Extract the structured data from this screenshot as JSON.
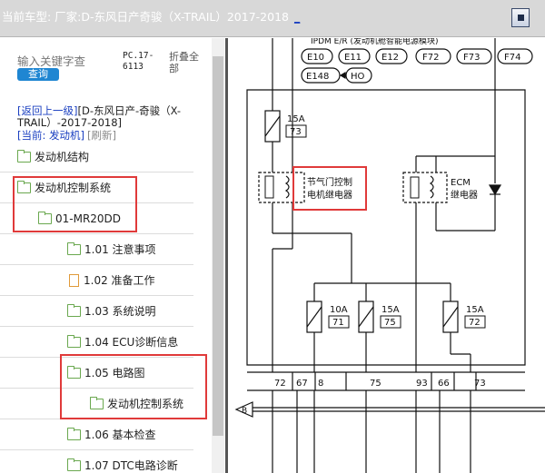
{
  "header": {
    "title": "当前车型:  厂家:D-东风日产奇骏（X-TRAIL）2017-2018",
    "link_text": "_"
  },
  "sidebar": {
    "search_placeholder": "输入关键字查",
    "search_button": "查询",
    "pc_code": "PC.17-6113",
    "collapse_all": "折叠全部",
    "back_link": "[返回上一级]",
    "parent_name": "[D-东风日产-奇骏（X-TRAIL）-2017-2018]",
    "current_label": "[当前: 发动机]",
    "refresh": "[刷新]",
    "tree": [
      {
        "label": "发动机结构",
        "icon": "folder-icon"
      },
      {
        "label": "发动机控制系统",
        "icon": "folder-icon"
      },
      {
        "label": "01-MR20DD",
        "icon": "folder-icon"
      },
      {
        "label": "1.01 注意事项",
        "icon": "folder-icon"
      },
      {
        "label": "1.02 准备工作",
        "icon": "doc-icon"
      },
      {
        "label": "1.03 系统说明",
        "icon": "folder-icon"
      },
      {
        "label": "1.04 ECU诊断信息",
        "icon": "folder-icon"
      },
      {
        "label": "1.05 电路图",
        "icon": "folder-icon"
      },
      {
        "label": "发动机控制系统",
        "icon": "folder-icon"
      },
      {
        "label": "1.06 基本检查",
        "icon": "folder-icon"
      },
      {
        "label": "1.07 DTC电路诊断",
        "icon": "folder-icon"
      }
    ]
  },
  "diagram": {
    "top_partial": "IPDM E/R (发动机舱智能电源模块)",
    "connectors": [
      "E10",
      "E11",
      "E12",
      "F72",
      "F73",
      "F74",
      "E148",
      "HO"
    ],
    "fuses": [
      {
        "rating": "15A",
        "number": "73"
      },
      {
        "rating": "10A",
        "number": "71"
      },
      {
        "rating": "15A",
        "number": "75"
      },
      {
        "rating": "15A",
        "number": "72"
      }
    ],
    "relay_throttle": [
      "节气门控制",
      "电机继电器"
    ],
    "relay_ecm": [
      "ECM",
      "继电器"
    ],
    "terminals": [
      "72",
      "67",
      "8",
      "75",
      "93",
      "66",
      "73"
    ],
    "bus_label": "B"
  },
  "colors": {
    "highlight": "#e03a3a",
    "search_button": "#1f86d2",
    "link": "#1a3fc0"
  }
}
